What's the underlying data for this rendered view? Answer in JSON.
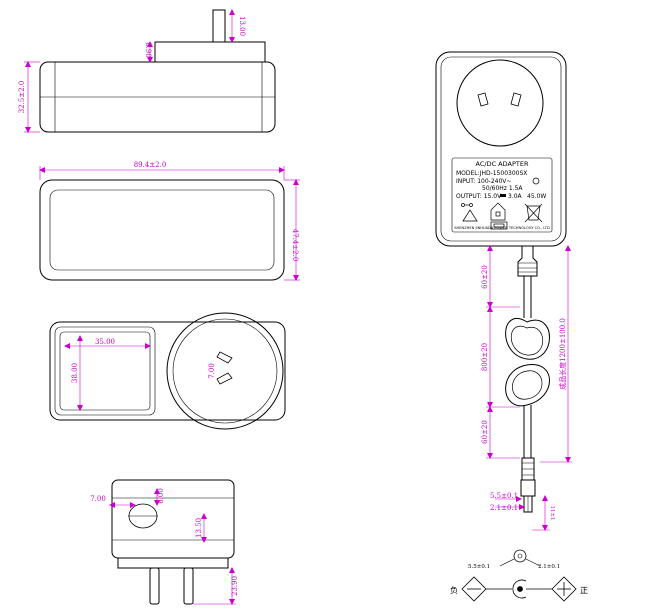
{
  "dimensions": {
    "side_plug_height": "13.00",
    "side_shoulder": "8.90",
    "side_height": "32.5±2.0",
    "top_width": "89.4±2.0",
    "top_height": "47.4±2.0",
    "front_label_width": "35.00",
    "front_label_height": "38.00",
    "pin_distance": "7.00",
    "front_pin_spacing": "7.00",
    "front_pin_dim": "6.00",
    "front_shoulder": "13.50",
    "front_pin_length": "23.90",
    "cable_upper": "60±20",
    "cable_mid": "800±20",
    "cable_lower": "60±20",
    "cable_total": "成品长度1200±100.0",
    "plug_outer": "5.5±0.1",
    "plug_inner": "2.1±0.1",
    "plug_length": "11±1",
    "polarity_outer": "5.5±0.1",
    "polarity_inner": "2.1±0.1"
  },
  "label": {
    "title": "AC/DC ADAPTER",
    "model": "MODEL:JHD-1500300SX",
    "input": "INPUT: 100-240V~",
    "frequency": "50/60Hz 1.5A",
    "output": "OUTPUT: 15.0V",
    "output_current": "3.0A",
    "power": "45.0W",
    "footer": "SHENZHEN JINHUADA POWER TECHNOLOGY CO., LTD"
  },
  "polarity": {
    "negative": "负",
    "positive": "正"
  },
  "colors": {
    "line": "#000000",
    "dimension": "#cc00cc"
  }
}
